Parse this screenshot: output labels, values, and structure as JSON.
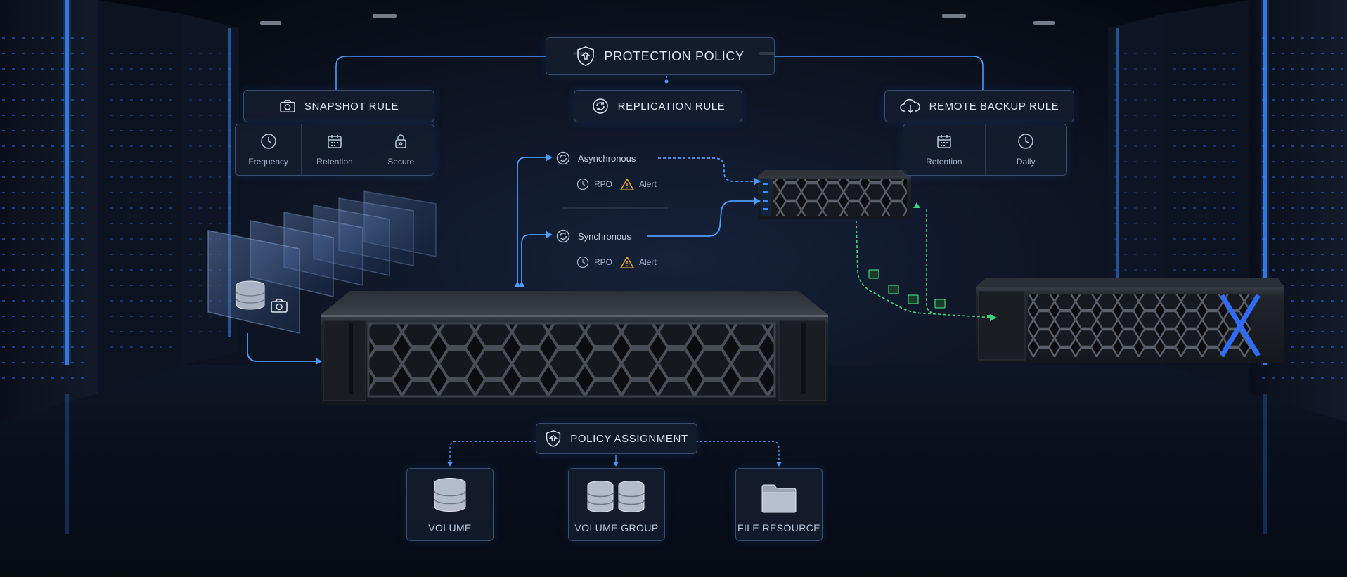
{
  "policy": {
    "title": "PROTECTION POLICY"
  },
  "snapshot_rule": {
    "title": "SNAPSHOT RULE",
    "items": [
      "Frequency",
      "Retention",
      "Secure"
    ]
  },
  "replication_rule": {
    "title": "REPLICATION RULE",
    "asynchronous": {
      "label": "Asynchronous",
      "rpo": "RPO",
      "alert": "Alert"
    },
    "synchronous": {
      "label": "Synchronous",
      "rpo": "RPO",
      "alert": "Alert"
    }
  },
  "remote_backup_rule": {
    "title": "REMOTE BACKUP RULE",
    "items": [
      "Retention",
      "Daily"
    ]
  },
  "assignment": {
    "title": "POLICY ASSIGNMENT",
    "resources": [
      "VOLUME",
      "VOLUME GROUP",
      "FILE RESOURCE"
    ]
  },
  "colors": {
    "accent_blue": "#3d8cff",
    "line_blue": "#4c9bff",
    "green": "#3fd07a",
    "warning": "#e0a823",
    "background": "#070b14"
  }
}
